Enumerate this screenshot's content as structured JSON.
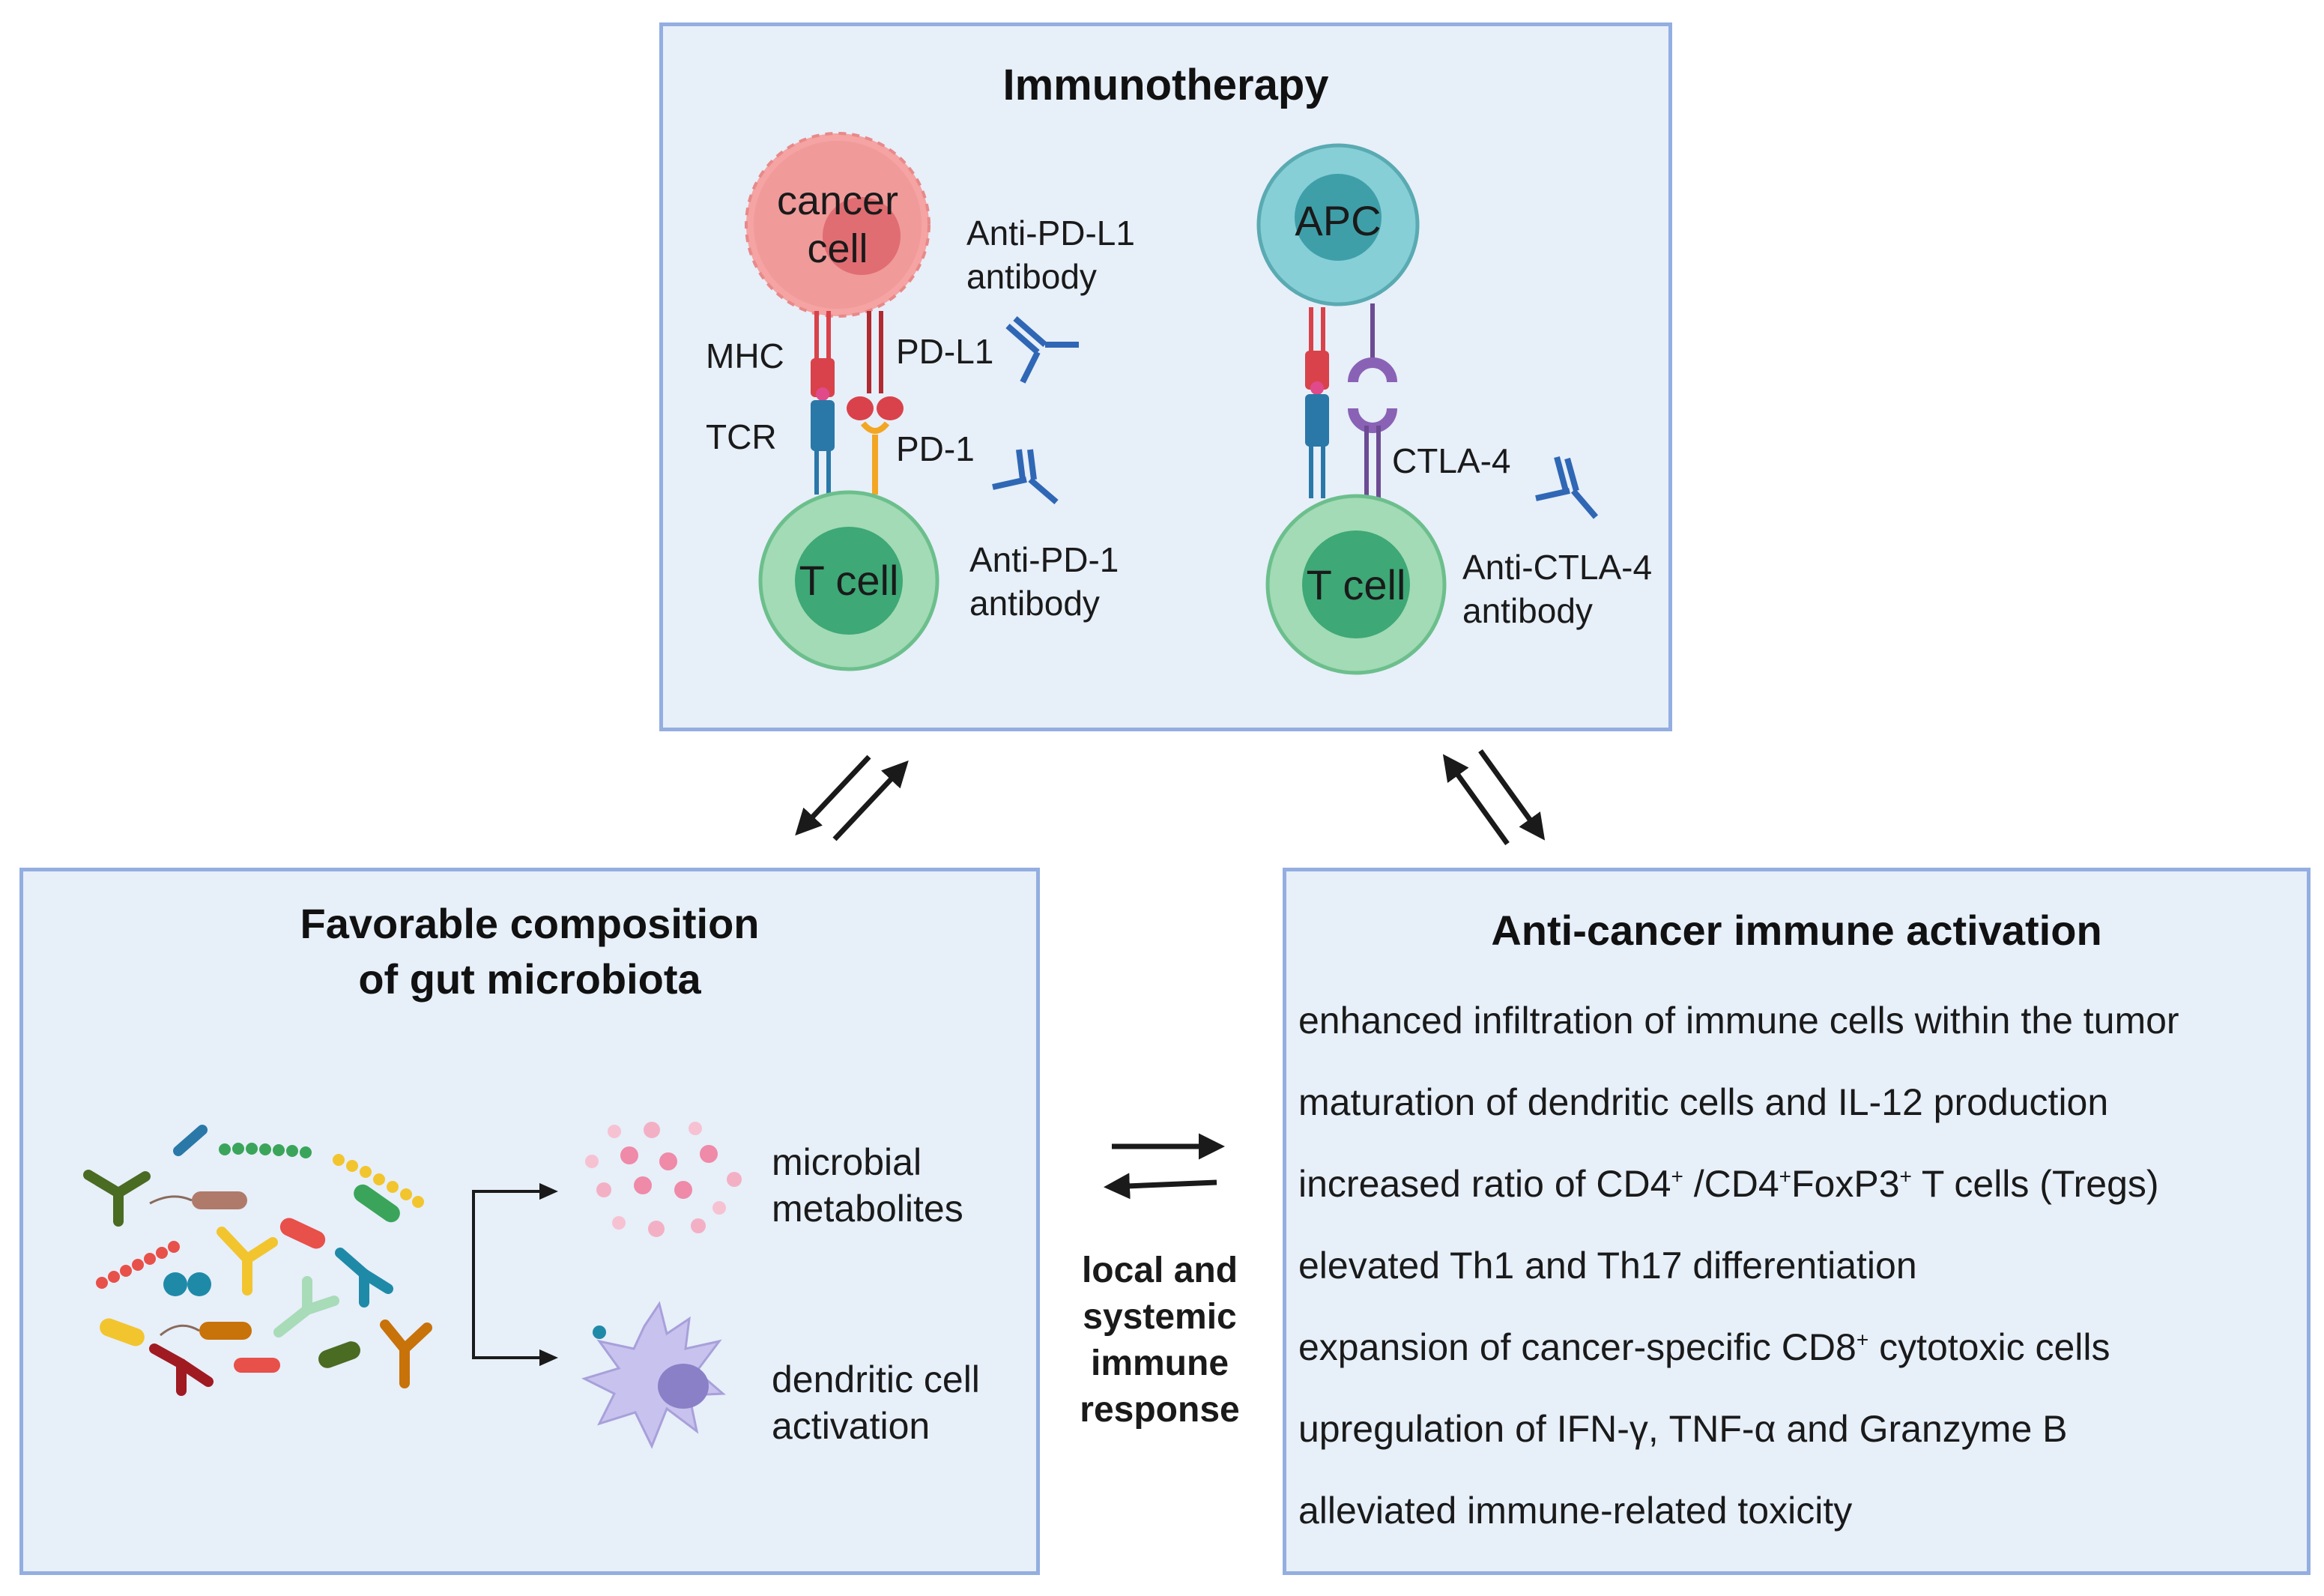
{
  "immunotherapy": {
    "title": "Immunotherapy",
    "cancer_cell_line1": "cancer",
    "cancer_cell_line2": "cell",
    "mhc": "MHC",
    "tcr": "TCR",
    "pdl1": "PD-L1",
    "pd1": "PD-1",
    "anti_pdl1_line1": "Anti-PD-L1",
    "anti_pdl1_line2": "antibody",
    "anti_pd1_line1": "Anti-PD-1",
    "anti_pd1_line2": "antibody",
    "t_cell_left": "T cell",
    "apc": "APC",
    "ctla4": "CTLA-4",
    "t_cell_right": "T cell",
    "anti_ctla4_line1": "Anti-CTLA-4",
    "anti_ctla4_line2": "antibody"
  },
  "microbiota": {
    "title_line1": "Favorable composition",
    "title_line2": "of gut microbiota",
    "metabolites_line1": "microbial",
    "metabolites_line2": "metabolites",
    "dc_line1": "dendritic cell",
    "dc_line2": "activation"
  },
  "center": {
    "line1": "local and",
    "line2": "systemic",
    "line3": "immune",
    "line4": "response"
  },
  "activation": {
    "title": "Anti-cancer immune activation",
    "items": {
      "i0": "enhanced infiltration of immune cells within the tumor",
      "i1": "maturation of dendritic cells and IL-12 production",
      "i2_a": "increased ratio of CD4",
      "i2_sup1": "+",
      "i2_b": " /CD4",
      "i2_sup2": "+",
      "i2_c": "FoxP3",
      "i2_sup3": "+",
      "i2_d": " T cells (Tregs)",
      "i3": "elevated Th1 and Th17 differentiation",
      "i4_a": "expansion of cancer-specific CD8",
      "i4_sup": "+",
      "i4_b": " cytotoxic cells",
      "i5": "upregulation of IFN-γ, TNF-α and Granzyme B",
      "i6": "alleviated immune-related toxicity"
    }
  },
  "colors": {
    "panel_fill": "#e7eff9",
    "panel_border": "#93aee0",
    "cancer_cell": "#f09a9a",
    "t_cell": "#8fd3a8",
    "apc": "#7cc7cf",
    "antibody": "#2f67b5",
    "mhc_red": "#d9424a",
    "tcr_blue": "#2a78a8",
    "pd1_orange": "#f3a623",
    "ctla4_purple": "#6c4b93"
  }
}
